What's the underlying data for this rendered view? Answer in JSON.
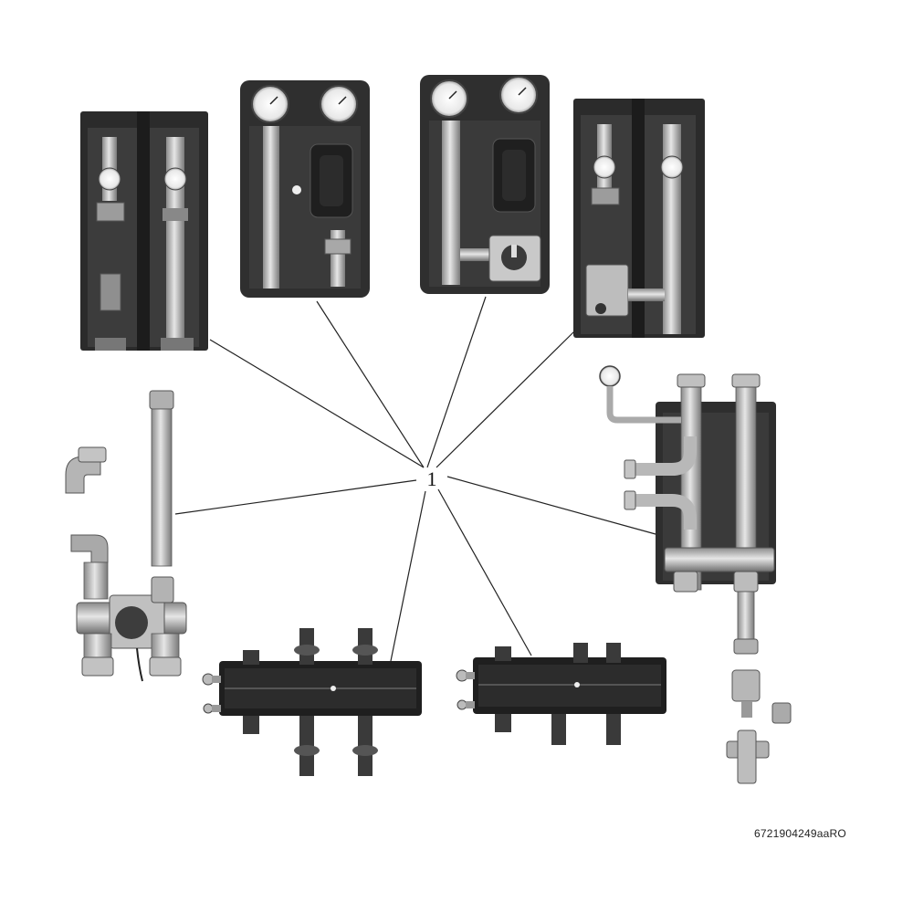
{
  "callout": {
    "number": "1"
  },
  "doc_code": "6721904249aaRO",
  "colors": {
    "background": "#ffffff",
    "insulation_dark": "#2a2a2a",
    "metal": "#bdbdbd",
    "leader": "#222222"
  },
  "components": [
    {
      "name": "pump-group-unmixed-open"
    },
    {
      "name": "pump-group-unmixed-closed"
    },
    {
      "name": "pump-group-mixed-closed"
    },
    {
      "name": "pump-group-mixed-open"
    },
    {
      "name": "pipe-and-fittings-kit"
    },
    {
      "name": "hydraulic-separator-module"
    },
    {
      "name": "distribution-manifold-double"
    },
    {
      "name": "distribution-manifold-single"
    }
  ]
}
